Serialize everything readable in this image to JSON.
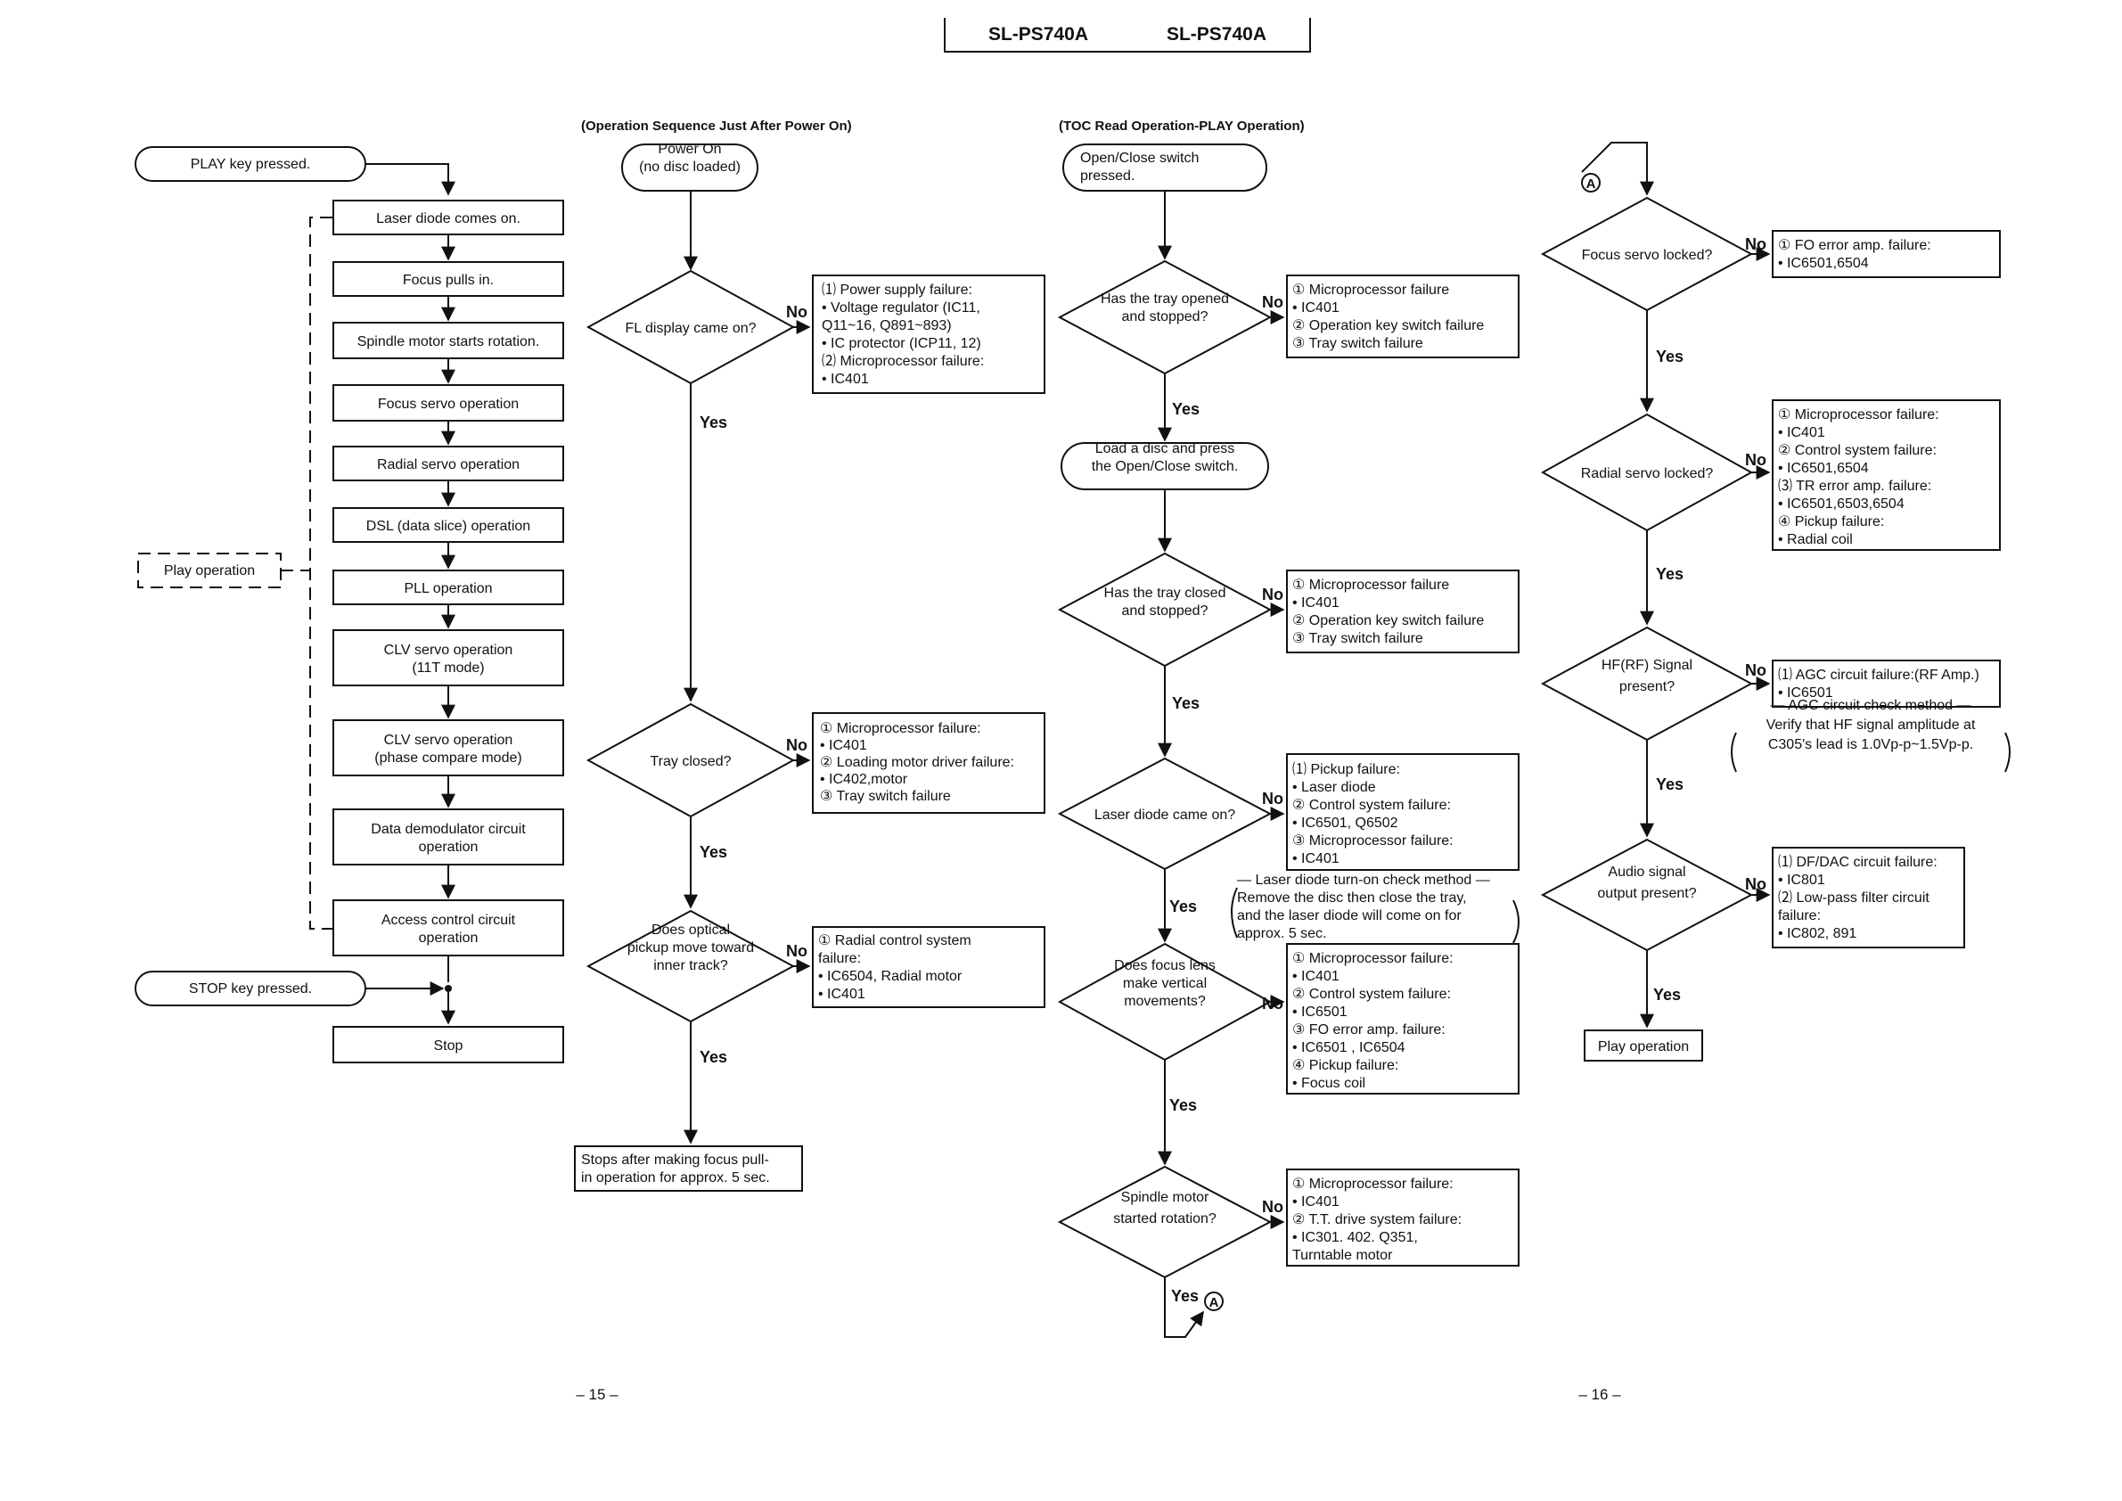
{
  "header": {
    "model_left": "SL-PS740A",
    "model_right": "SL-PS740A"
  },
  "page_numbers": {
    "left": "– 15 –",
    "right": "– 16 –"
  },
  "section_titles": {
    "power_on": "(Operation Sequence Just After Power On)",
    "toc": "(TOC Read Operation-PLAY Operation)"
  },
  "labels": {
    "yes": "Yes",
    "no": "No",
    "connector": "A"
  },
  "col1": {
    "play_key": "PLAY key pressed.",
    "stop_key": "STOP key pressed.",
    "play_operation": "Play operation",
    "steps": [
      [
        "Laser diode comes on."
      ],
      [
        "Focus pulls in."
      ],
      [
        "Spindle motor starts rotation."
      ],
      [
        "Focus servo operation"
      ],
      [
        "Radial  servo operation"
      ],
      [
        "DSL (data slice) operation"
      ],
      [
        "PLL operation"
      ],
      [
        "CLV servo operation",
        "(11T mode)"
      ],
      [
        "CLV servo operation",
        "(phase compare mode)"
      ],
      [
        "Data demodulator circuit",
        "operation"
      ],
      [
        "Access control circuit",
        "operation"
      ]
    ],
    "stop": "Stop"
  },
  "col2": {
    "start": [
      "Power On",
      "(no disc loaded)"
    ],
    "d1": [
      "FL display came on?"
    ],
    "d1_fail": [
      "⑴ Power supply failure:",
      "  • Voltage regulator (IC11,",
      "    Q11~16, Q891~893)",
      "  • IC protector (ICP11, 12)",
      "⑵ Microprocessor failure:",
      "  • IC401"
    ],
    "d2": [
      "Tray closed?"
    ],
    "d2_fail": [
      "① Microprocessor failure:",
      "  • IC401",
      "② Loading motor driver failure:",
      "  • IC402,motor",
      "③ Tray switch failure"
    ],
    "d3": [
      "Does optical",
      "pickup move toward",
      "inner track?"
    ],
    "d3_fail": [
      "① Radial control system",
      "   failure:",
      "  • IC6504, Radial motor",
      "  • IC401"
    ],
    "end": [
      "Stops after making focus pull-",
      "in operation for approx. 5 sec."
    ]
  },
  "col3": {
    "start": [
      "Open/Close switch",
      "pressed."
    ],
    "d1": [
      "Has the tray opened",
      "and stopped?"
    ],
    "d1_fail": [
      "① Microprocessor failure",
      "  • IC401",
      "② Operation key switch failure",
      "③ Tray  switch failure"
    ],
    "load": [
      "Load a disc and press",
      "the Open/Close switch."
    ],
    "d2": [
      "Has the tray closed",
      "and stopped?"
    ],
    "d2_fail": [
      "① Microprocessor failure",
      "  • IC401",
      "② Operation key switch failure",
      "③ Tray  switch failure"
    ],
    "d3": [
      "Laser diode came on?"
    ],
    "d3_fail": [
      "⑴ Pickup failure:",
      "  • Laser diode",
      "② Control system failure:",
      "  •  IC6501, Q6502",
      "③ Microprocessor failure:",
      "  • IC401"
    ],
    "d3_note": [
      "— Laser diode turn-on check method —",
      "Remove the disc then close the tray,",
      "and the laser diode will come on for",
      "approx. 5 sec."
    ],
    "d4": [
      "Does focus lens",
      "make vertical",
      "movements?"
    ],
    "d4_fail": [
      "① Microprocessor failure:",
      "  • IC401",
      "② Control system failure:",
      "  • IC6501",
      "③ FO error amp. failure:",
      "  • IC6501 , IC6504",
      "④ Pickup failure:",
      "  • Focus coil"
    ],
    "d5": [
      "Spindle motor",
      "started rotation?"
    ],
    "d5_fail": [
      "① Microprocessor failure:",
      "  • IC401",
      "② T.T. drive system failure:",
      "  • IC301. 402. Q351,",
      "    Turntable motor"
    ]
  },
  "col4": {
    "d1": [
      "Focus servo locked?"
    ],
    "d1_fail": [
      "① FO error amp. failure:",
      "  • IC6501,6504"
    ],
    "d2": [
      "Radial servo locked?"
    ],
    "d2_fail": [
      "① Microprocessor failure:",
      "  • IC401",
      "② Control system failure:",
      "  • IC6501,6504",
      "⑶ TR error amp. failure:",
      "  • IC6501,6503,6504",
      "④ Pickup failure:",
      "  • Radial coil"
    ],
    "d3": [
      "HF(RF) Signal",
      "present?"
    ],
    "d3_fail": [
      "⑴ AGC circuit failure:(RF Amp.)",
      "  • IC6501"
    ],
    "d3_note": [
      "— AGC circuit check method —",
      "Verify that HF signal amplitude at",
      "C305's lead is 1.0Vp-p~1.5Vp-p."
    ],
    "d4": [
      "Audio signal",
      "output present?"
    ],
    "d4_fail": [
      "⑴ DF/DAC circuit failure:",
      "  • IC801",
      "⑵ Low-pass filter circuit",
      "   failure:",
      "  • IC802, 891"
    ],
    "end": "Play operation"
  }
}
